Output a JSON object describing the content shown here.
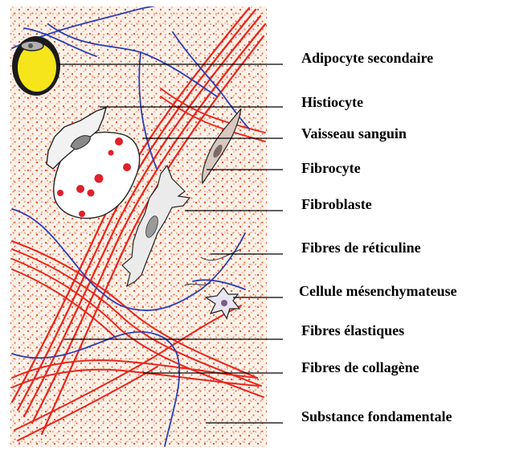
{
  "diagram": {
    "labels": [
      "Adipocyte secondaire",
      "Histiocyte",
      "Vaisseau sanguin",
      "Fibrocyte",
      "Fibroblaste",
      "Fibres de réticuline",
      "Cellule mésenchymateuse",
      "Fibres élastiques",
      "Fibres de collagène",
      "Substance fondamentale"
    ]
  },
  "colors": {
    "collagen": "#e8261e",
    "elastic": "#2b3fb5",
    "dots": "#e0472a",
    "adipocyte": "#f5e51a",
    "blood_cells": "#e0202a"
  }
}
